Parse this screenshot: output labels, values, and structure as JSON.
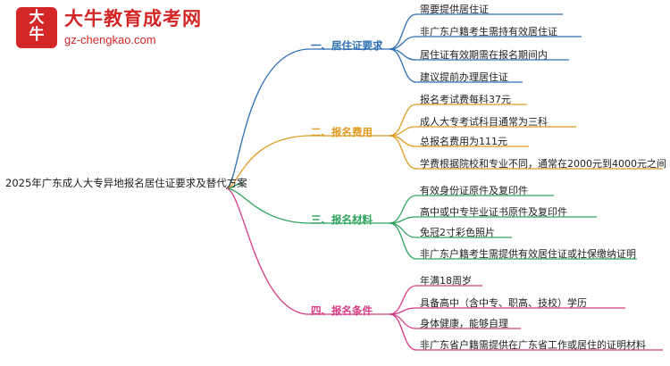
{
  "logo": {
    "mark_line1": "大",
    "mark_line2": "牛",
    "title": "大牛教育成考网",
    "subtitle": "gz-chengkao.com"
  },
  "mindmap": {
    "type": "mindmap",
    "root": "2025年广东成人大专异地报名居住证要求及替代方案",
    "branches": [
      {
        "label": "一、居住证要求",
        "color": "#2f6fb5",
        "children": [
          "需要提供居住证",
          "非广东户籍考生需持有效居住证",
          "居住证有效期需在报名期间内",
          "建议提前办理居住证"
        ]
      },
      {
        "label": "二、报名费用",
        "color": "#e09b20",
        "children": [
          "报名考试费每科37元",
          "成人大专考试科目通常为三科",
          "总报名费用为111元",
          "学费根据院校和专业不同，通常在2000元到4000元之间"
        ]
      },
      {
        "label": "三、报名材料",
        "color": "#2fa35f",
        "children": [
          "有效身份证原件及复印件",
          "高中或中专毕业证书原件及复印件",
          "免冠2寸彩色照片",
          "非广东户籍考生需提供有效居住证或社保缴纳证明"
        ]
      },
      {
        "label": "四、报名条件",
        "color": "#d63b85",
        "children": [
          "年满18周岁",
          "具备高中（含中专、职高、技校）学历",
          "身体健康，能够自理",
          "非广东省户籍需提供在广东省工作或居住的证明材料"
        ]
      }
    ]
  }
}
